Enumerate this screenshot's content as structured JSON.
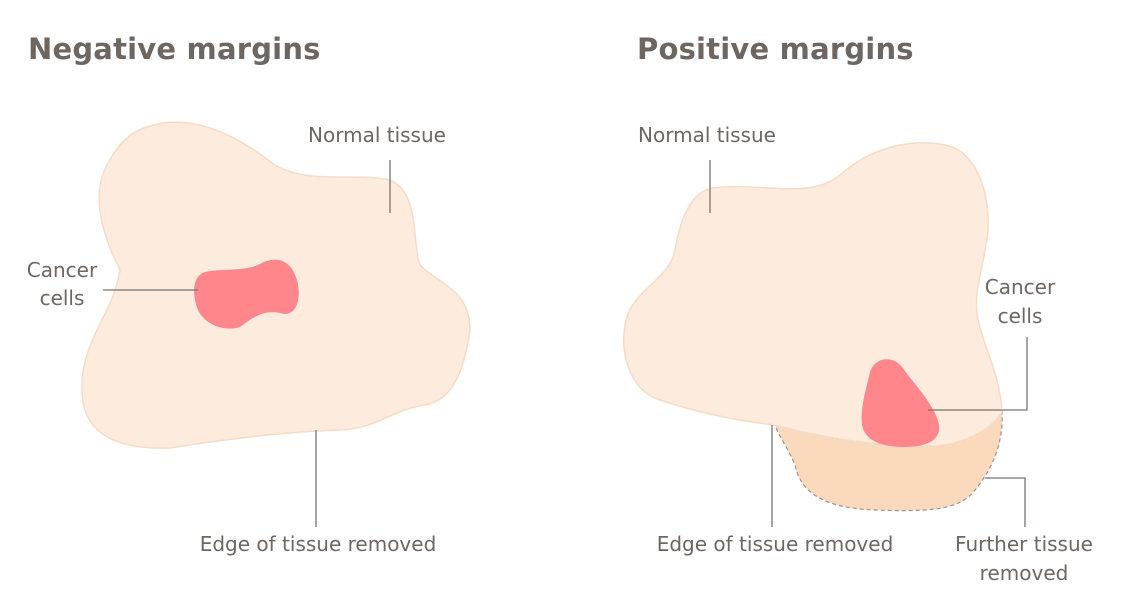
{
  "left_panel": {
    "title": "Negative margins",
    "normal_tissue_label": "Normal tissue",
    "cancer_cells_label_line1": "Cancer",
    "cancer_cells_label_line2": "cells",
    "edge_label": "Edge of tissue removed"
  },
  "right_panel": {
    "title": "Positive margins",
    "normal_tissue_label": "Normal tissue",
    "cancer_cells_label_line1": "Cancer",
    "cancer_cells_label_line2": "cells",
    "edge_label": "Edge of tissue removed",
    "further_label_line1": "Further tissue",
    "further_label_line2": "removed"
  },
  "colors": {
    "normal_tissue": "#fdebdd",
    "cancer_cells": "#ff878c",
    "further_tissue": "#fbd9bd",
    "text": "#6e6661"
  }
}
